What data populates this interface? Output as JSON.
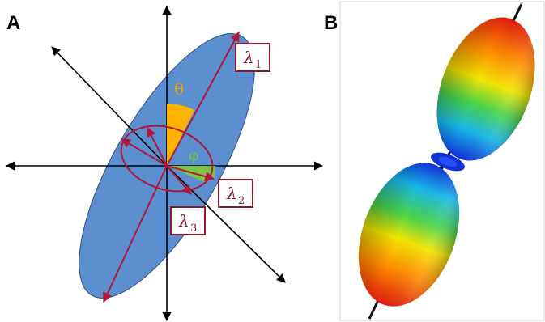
{
  "panels": {
    "a": {
      "label": "A"
    },
    "b": {
      "label": "B"
    }
  },
  "angles": {
    "theta": "θ",
    "phi": "φ"
  },
  "eigenvalues": [
    {
      "symbol": "λ",
      "subscript": "1"
    },
    {
      "symbol": "λ",
      "subscript": "2"
    },
    {
      "symbol": "λ",
      "subscript": "3"
    }
  ],
  "colors": {
    "ellipsoid_fill": "#5B8FD0",
    "eigen_axis": "#B0183A",
    "theta_wedge": "#FFB300",
    "phi_wedge": "#7CC34A",
    "theta_text": "#E6A800",
    "phi_text": "#7CC34A"
  }
}
